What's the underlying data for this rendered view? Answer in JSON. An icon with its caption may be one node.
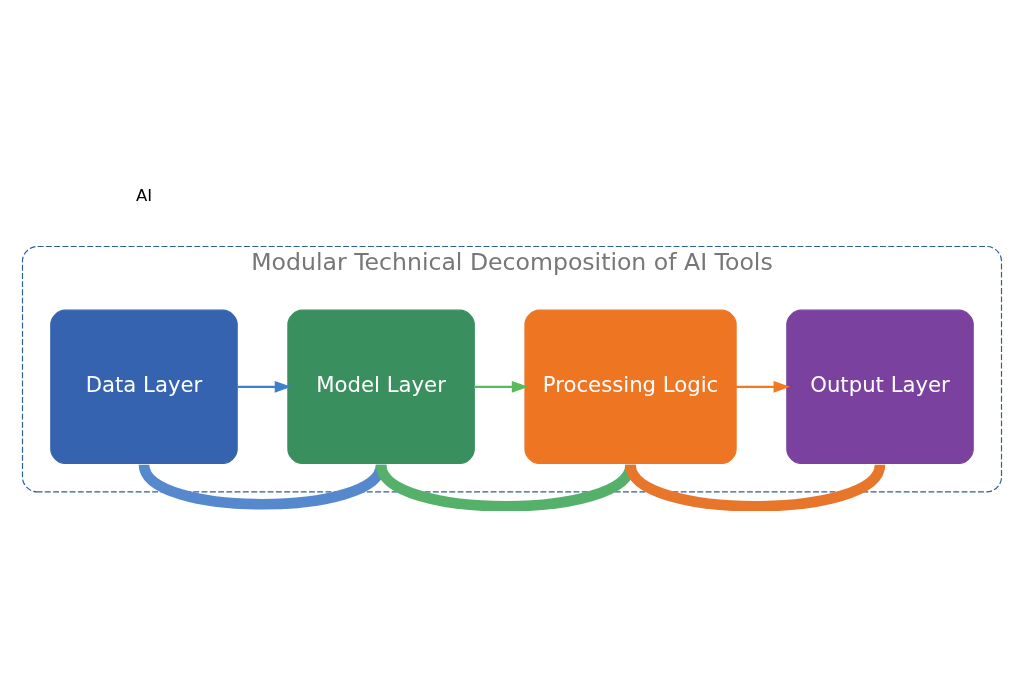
{
  "diagram": {
    "nodes": [
      {
        "text": [
          "Modular Technical Decomposition of AI Tools"
        ]
      },
      {
        "text": [
          "Data Layer"
        ],
        "in": 0
      },
      {
        "text": [
          "Model Layer"
        ],
        "in": 0
      },
      {
        "text": [
          "Processing Logic"
        ],
        "in": 0
      },
      {
        "text": [
          "Output Layer"
        ],
        "in": 0
      }
    ],
    "edges": [
      {
        "from": 1,
        "to": 2,
        "arrow": "to",
        "color": "#3f7fd0"
      },
      {
        "from": 2,
        "to": 3,
        "arrow": "to",
        "color": "#5cb85c"
      },
      {
        "from": 3,
        "to": 4,
        "arrow": "to",
        "color": "#f07a22"
      },
      {
        "from": 1,
        "to": 2,
        "arrow": "none",
        "style": "thick",
        "color": "#5588cc"
      },
      {
        "from": 2,
        "to": 3,
        "arrow": "none",
        "style": "thick",
        "color": "#55b06a"
      },
      {
        "from": 3,
        "to": 4,
        "arrow": "none",
        "style": "thick",
        "color": "#e8762a"
      }
    ],
    "labels": [
      "AI"
    ]
  }
}
